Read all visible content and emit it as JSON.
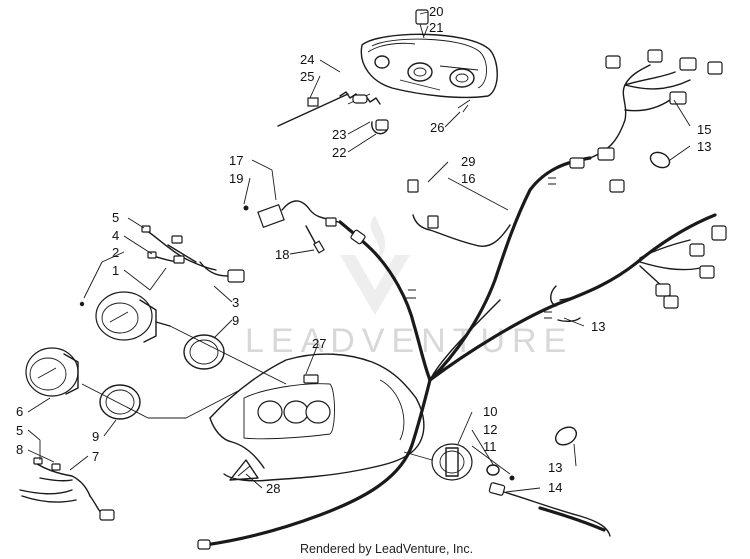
{
  "watermark": {
    "brand": "LEADVENTURE"
  },
  "footer": {
    "text": "Rendered by LeadVenture, Inc."
  },
  "labels": {
    "c1": "1",
    "c2": "2",
    "c3": "3",
    "c4": "4",
    "c5a": "5",
    "c5b": "5",
    "c6": "6",
    "c7": "7",
    "c8": "8",
    "c9a": "9",
    "c9b": "9",
    "c10": "10",
    "c11": "11",
    "c12": "12",
    "c13a": "13",
    "c13b": "13",
    "c13c": "13",
    "c14": "14",
    "c15": "15",
    "c16": "16",
    "c17": "17",
    "c18": "18",
    "c19": "19",
    "c20": "20",
    "c21": "21",
    "c22": "22",
    "c23": "23",
    "c24": "24",
    "c25": "25",
    "c26": "26",
    "c27": "27",
    "c28": "28",
    "c29": "29"
  },
  "colors": {
    "ink": "#1a1a1a",
    "watermark": "#d8d8d8"
  }
}
